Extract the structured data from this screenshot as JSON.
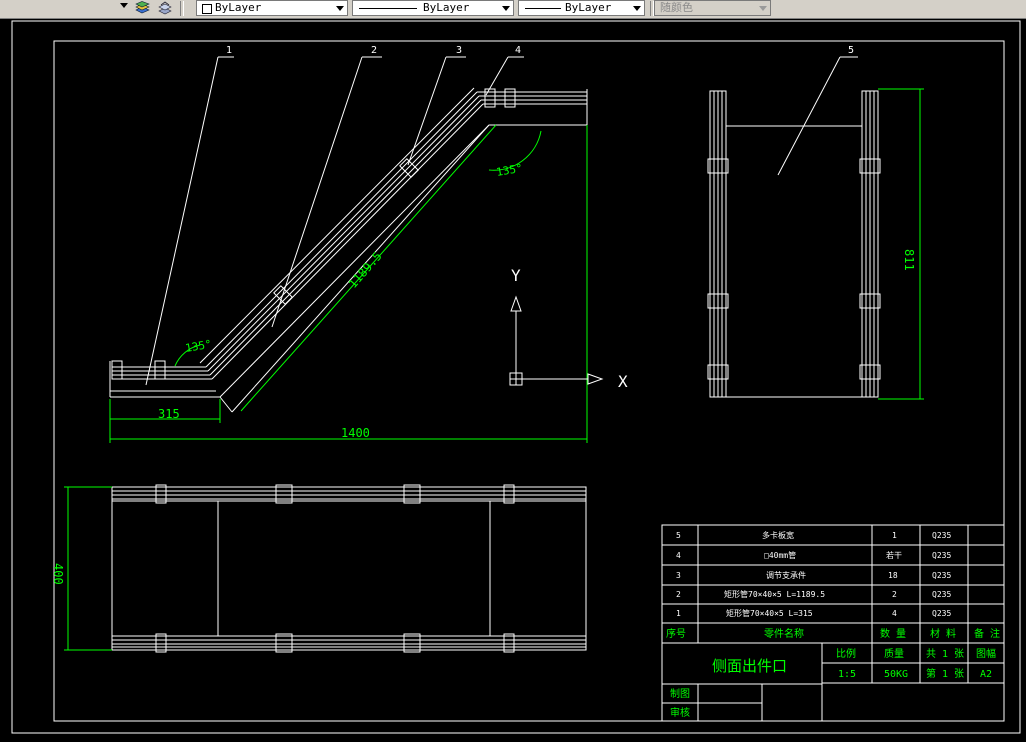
{
  "toolbar": {
    "linetype_value": "ByLayer",
    "lineweight_value": "ByLayer",
    "plotstyle_value": "ByLayer",
    "color_value": "随颜色"
  },
  "drawing": {
    "colors": {
      "line": "#ffffff",
      "dimension": "#00ff00",
      "leader": "#ffffff",
      "background": "#000000"
    },
    "balloons": [
      "1",
      "2",
      "3",
      "4",
      "5"
    ],
    "dimensions": {
      "angle_top": "135°",
      "angle_bottom": "135°",
      "incline_length": "1189.5",
      "base_length": "315",
      "overall_length": "1400",
      "side_height": "811",
      "plan_width": "400"
    },
    "ucs": {
      "x_label": "X",
      "y_label": "Y"
    }
  },
  "title_block": {
    "rows": [
      {
        "no": "5",
        "name": "多卡板宽",
        "qty": "1",
        "material": "Q235"
      },
      {
        "no": "4",
        "name": "□40mm管",
        "qty": "若干",
        "material": "Q235"
      },
      {
        "no": "3",
        "name": "调节支承件",
        "qty": "18",
        "material": "Q235"
      },
      {
        "no": "2",
        "name": "矩形管70×40×5 L=1189.5",
        "qty": "2",
        "material": "Q235"
      },
      {
        "no": "1",
        "name": "矩形管70×40×5 L=315",
        "qty": "4",
        "material": "Q235"
      }
    ],
    "header": {
      "no": "序号",
      "name": "零件名称",
      "qty": "数 量",
      "material": "材 料",
      "remark": "备 注"
    },
    "title": "侧面出件口",
    "scale_label": "比例",
    "scale_value": "1:5",
    "weight_label": "质量",
    "weight_value": "50KG",
    "sheets_label": "共 1 张",
    "sheet_label": "第 1 张",
    "drawing_no_label": "图幅",
    "drawing_no_value": "A2",
    "drawn_label": "制图",
    "checked_label": "审核"
  }
}
